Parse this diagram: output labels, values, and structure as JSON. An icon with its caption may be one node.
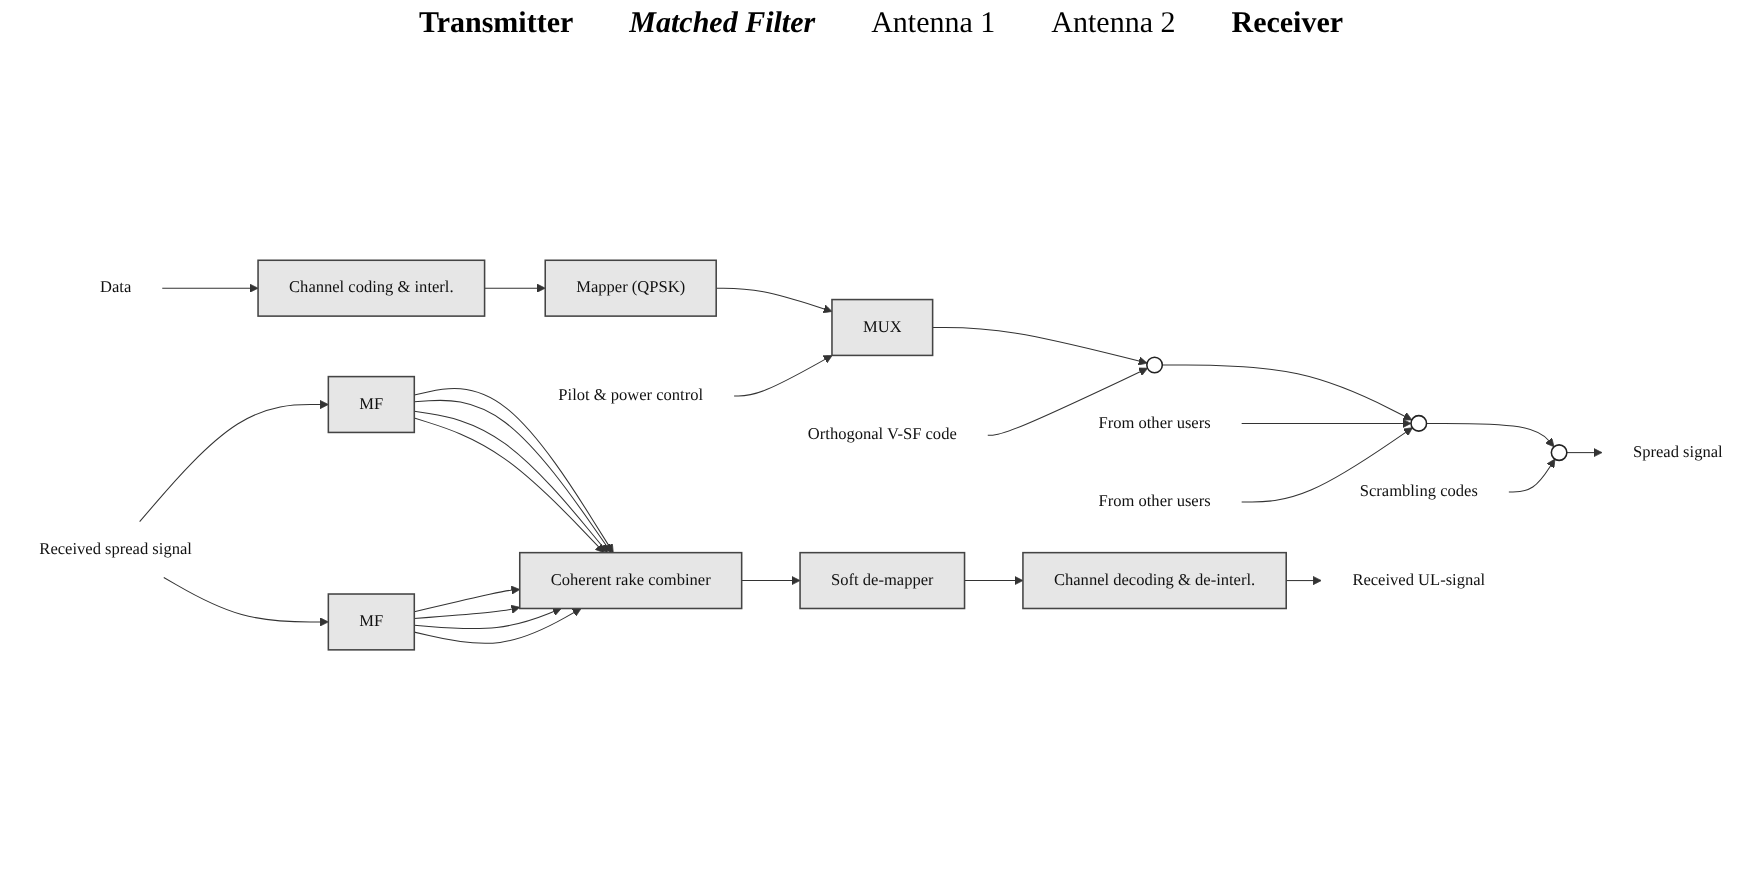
{
  "diagram": {
    "nodes": [
      {
        "text": [
          "Data"
        ]
      },
      {
        "text": [
          "Channel coding & interl."
        ]
      },
      {
        "text": [
          "Mapper (QPSK)"
        ]
      },
      {
        "text": [
          "MUX"
        ]
      },
      {
        "text": [
          "Pilot & power control"
        ]
      },
      {
        "text": [],
        "shape": "circle"
      },
      {
        "text": [
          "Orthogonal V-SF code"
        ]
      },
      {
        "text": [],
        "shape": "circle"
      },
      {
        "text": [
          "From other users"
        ]
      },
      {
        "text": [
          "From other users"
        ]
      },
      {
        "text": [],
        "shape": "circle"
      },
      {
        "text": [
          "Scrambling codes"
        ]
      },
      {
        "text": [
          "Spread signal"
        ]
      },
      {
        "text": [
          "Received UL-signal"
        ]
      },
      {
        "text": [
          "Channel decoding & de-interl."
        ]
      },
      {
        "text": [
          "Soft de-mapper"
        ]
      },
      {
        "text": [
          "Coherent rake combiner"
        ]
      },
      {
        "text": [
          "MF"
        ]
      },
      {
        "text": [
          "MF"
        ]
      },
      {
        "text": [
          "Received spread signal"
        ]
      }
    ],
    "edges": [
      {
        "from": 0,
        "to": 1,
        "arrow": "to"
      },
      {
        "from": 1,
        "to": 2,
        "arrow": "to"
      },
      {
        "from": 2,
        "to": 3,
        "arrow": "to"
      },
      {
        "from": 4,
        "to": 3,
        "arrow": "to"
      },
      {
        "from": 3,
        "to": 5,
        "arrow": "to"
      },
      {
        "from": 6,
        "to": 5,
        "arrow": "to"
      },
      {
        "from": 5,
        "to": 7,
        "arrow": "to"
      },
      {
        "from": 8,
        "to": 7,
        "arrow": "to"
      },
      {
        "from": 9,
        "to": 7,
        "arrow": "to"
      },
      {
        "from": 7,
        "to": 10,
        "arrow": "to"
      },
      {
        "from": 11,
        "to": 10,
        "arrow": "to"
      },
      {
        "from": 10,
        "to": 12,
        "arrow": "to"
      },
      {
        "from": 16,
        "to": 15,
        "arrow": "to"
      },
      {
        "from": 15,
        "to": 14,
        "arrow": "to"
      },
      {
        "from": 14,
        "to": 13,
        "arrow": "to"
      },
      {
        "from": 17,
        "to": 16,
        "arrow": "to"
      },
      {
        "from": 17,
        "to": 16,
        "arrow": "to"
      },
      {
        "from": 17,
        "to": 16,
        "arrow": "to"
      },
      {
        "from": 17,
        "to": 16,
        "arrow": "to"
      },
      {
        "from": 18,
        "to": 16,
        "arrow": "to"
      },
      {
        "from": 18,
        "to": 16,
        "arrow": "to"
      },
      {
        "from": 18,
        "to": 16,
        "arrow": "to"
      },
      {
        "from": 18,
        "to": 16,
        "arrow": "to"
      },
      {
        "from": 19,
        "to": 17,
        "arrow": "to"
      },
      {
        "from": 19,
        "to": 18,
        "arrow": "to"
      }
    ],
    "labels": [
      "Transmitter",
      "Matched Filter",
      "Antenna 1",
      "Antenna 2",
      "Receiver"
    ]
  }
}
